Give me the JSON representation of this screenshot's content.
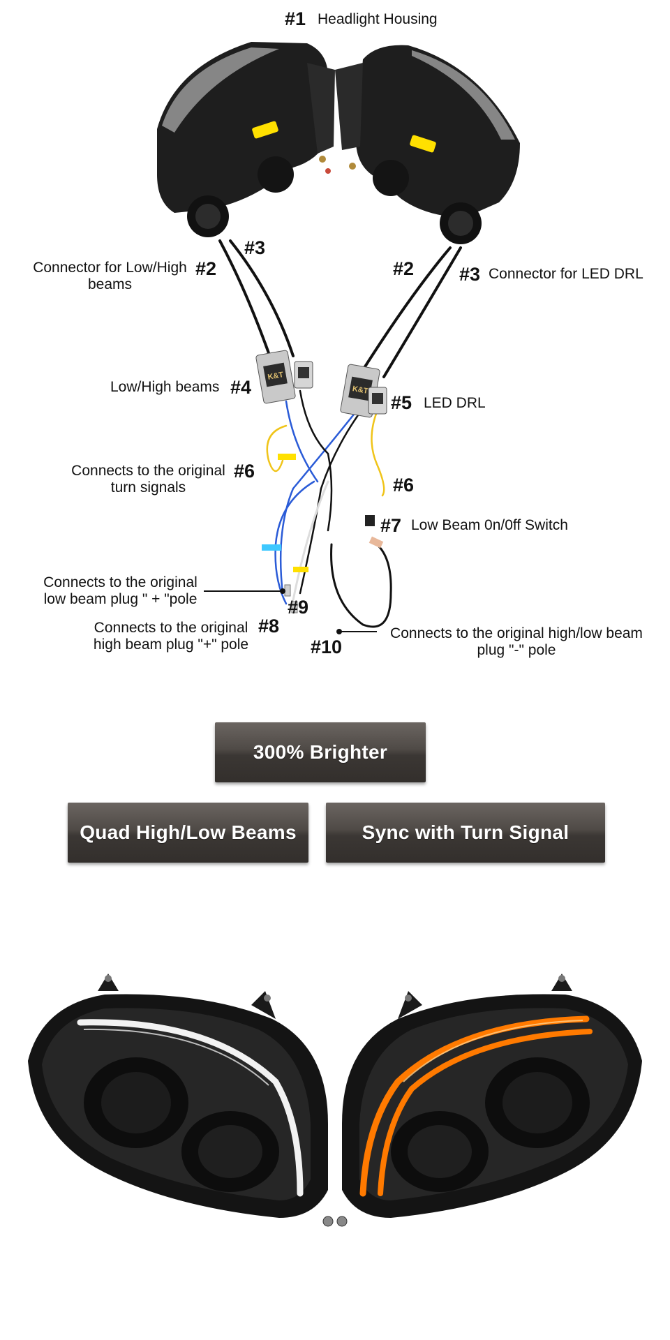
{
  "title": {
    "num": "#1",
    "text": "Headlight Housing"
  },
  "labels": {
    "n2_left": "#2",
    "n3_left": "#3",
    "conn_lowhigh": "Connector for Low/High beams",
    "n2_right": "#2",
    "n3_right": "#3",
    "conn_drl": "Connector for LED DRL",
    "lowhigh": "Low/High beams",
    "n4": "#4",
    "n5": "#5",
    "led_drl": "LED DRL",
    "turn_signals": "Connects to the original turn signals",
    "n6_left": "#6",
    "n6_right": "#6",
    "n7": "#7",
    "switch": "Low Beam 0n/0ff Switch",
    "low_plus": "Connects to the original low beam plug \" + \"pole",
    "n9": "#9",
    "high_plus": "Connects to the original high beam plug \"+\" pole",
    "n8": "#8",
    "n10": "#10",
    "minus": "Connects to the original high/low beam plug \"-\" pole"
  },
  "badges": {
    "brighter": "300% Brighter",
    "quad": "Quad High/Low Beams",
    "sync": "Sync with Turn Signal"
  },
  "module_brand": "K&T",
  "colors": {
    "badge_bg": "#3d3936",
    "drl_white": "#f2f2f2",
    "drl_amber": "#ff7a00",
    "yellow_tag": "#ffe000",
    "blue_tag": "#3ec8ff",
    "wire_blue": "#2a5bd7",
    "wire_yellow": "#f0c419"
  }
}
